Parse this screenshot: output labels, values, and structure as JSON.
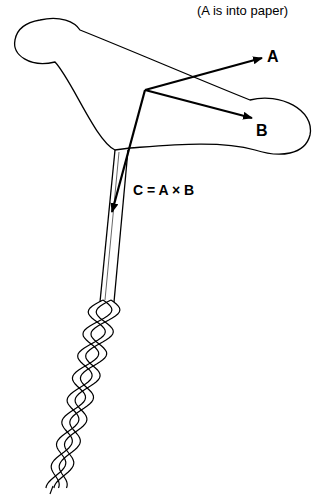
{
  "diagram": {
    "labels": [
      "(A is into paper)",
      "A",
      "B",
      "C = A × B"
    ]
  }
}
